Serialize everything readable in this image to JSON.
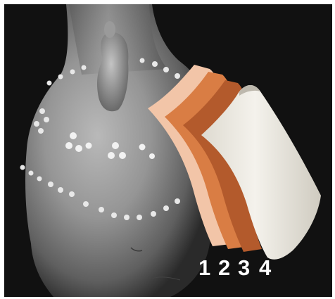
{
  "layer_labels": [
    "1",
    "2",
    "3",
    "4"
  ],
  "colors": {
    "background": "#111111",
    "body": "#8f8f8f",
    "layer_1": "#f2c5a8",
    "layer_2": "#d97d44",
    "layer_3": "#b35a2c",
    "layer_4": "#efede5",
    "label": "#ffffff"
  }
}
